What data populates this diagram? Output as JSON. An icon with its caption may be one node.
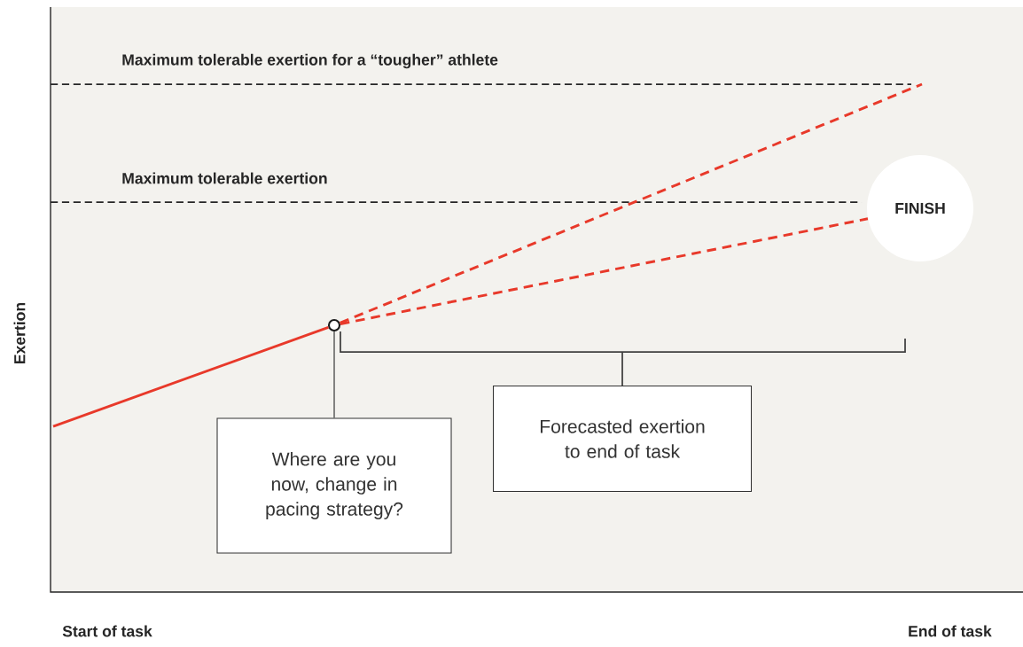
{
  "diagram": {
    "nodes": [
      {
        "text": [
          "Where are you now, change in pacing strategy?"
        ]
      },
      {
        "text": [
          "Forecasted exertion to end of task"
        ]
      },
      {
        "text": [
          "FINISH"
        ]
      },
      {
        "text": [],
        "shape": "circle"
      }
    ],
    "edges": [
      {
        "from": null,
        "to": 3,
        "arrow": "none"
      },
      {
        "from": 3,
        "to": null,
        "arrow": "none",
        "style": "dashed"
      },
      {
        "from": 3,
        "to": 2,
        "arrow": "none",
        "style": "dashed"
      },
      {
        "from": 0,
        "to": 3,
        "arrow": "none",
        "color": "#333333"
      }
    ],
    "labels": [
      "Maximum tolerable exertion for a “tougher” athlete",
      "Maximum tolerable exertion",
      "Exertion",
      "Start of task",
      "End of task"
    ]
  }
}
